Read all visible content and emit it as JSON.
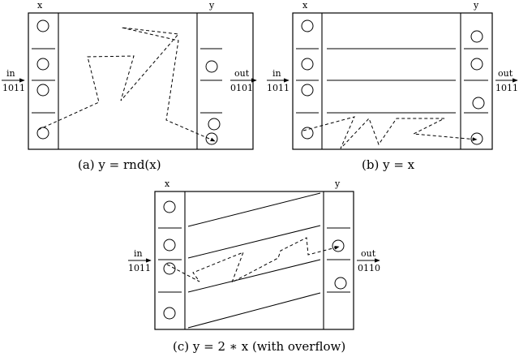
{
  "panel_a": {
    "x_label": "x",
    "y_label": "y",
    "in_label": "in",
    "in_value": "1011",
    "out_label": "out",
    "out_value": "0101",
    "caption": "(a) y = rnd(x)"
  },
  "panel_b": {
    "x_label": "x",
    "y_label": "y",
    "in_label": "in",
    "in_value": "1011",
    "out_label": "out",
    "out_value": "1011",
    "caption": "(b) y = x"
  },
  "panel_c": {
    "x_label": "x",
    "y_label": "y",
    "in_label": "in",
    "in_value": "1011",
    "out_label": "out",
    "out_value": "0110",
    "caption": "(c) y = 2 ∗ x (with overflow)"
  },
  "colors": {
    "stroke": "#000000",
    "background": "#ffffff"
  }
}
